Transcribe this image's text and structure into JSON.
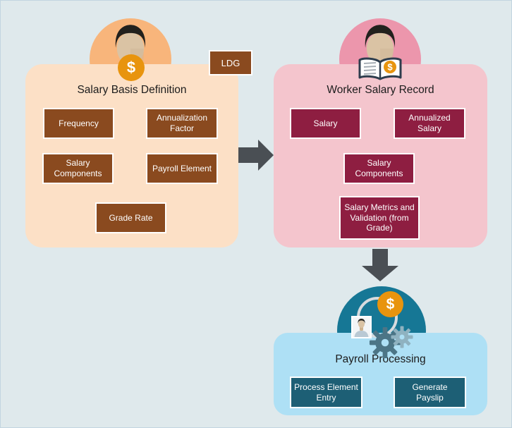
{
  "page": {
    "background": "#dfe9ec",
    "border_color": "#c2d5e0"
  },
  "icons": {
    "dollar_glyph": "$"
  },
  "colors": {
    "peach_panel": "#fce0c6",
    "pink_panel": "#f4c5cd",
    "blue_panel": "#aee0f5",
    "brown_button": "#8a4a1f",
    "maroon_button": "#8e1e41",
    "teal_button": "#1d5f75",
    "teal_dome": "#167795",
    "orange_avatar_circle": "#f8b57b",
    "pink_avatar_circle": "#ec96ac",
    "dollar_orange": "#e8940e",
    "arrow_gray": "#4a4f54"
  },
  "sections": {
    "salary_basis": {
      "title": "Salary Basis Definition",
      "tag": "LDG",
      "buttons": [
        "Frequency",
        "Annualization Factor",
        "Salary Components",
        "Payroll Element",
        "Grade Rate"
      ]
    },
    "worker_salary": {
      "title": "Worker Salary Record",
      "buttons": [
        "Salary",
        "Annualized Salary",
        "Salary Components",
        "Salary Metrics and Validation (from Grade)"
      ]
    },
    "payroll_processing": {
      "title": "Payroll Processing",
      "buttons": [
        "Process Element Entry",
        "Generate Payslip"
      ]
    }
  }
}
